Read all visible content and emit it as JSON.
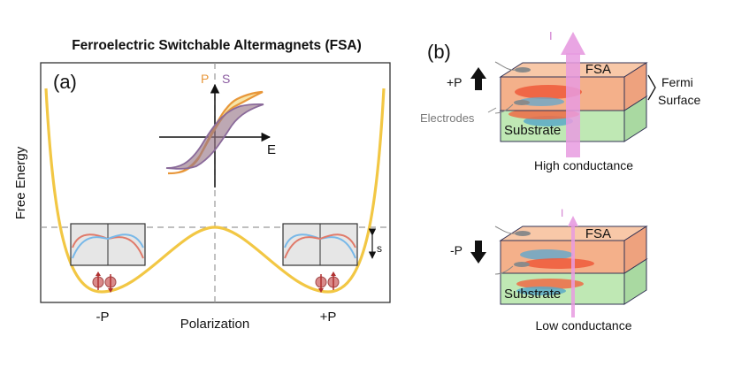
{
  "title": "Ferroelectric Switchable Altermagnets (FSA)",
  "panel_a": {
    "label": "(a)",
    "y_axis_label": "Free Energy",
    "x_axis_label": "Polarization",
    "neg_p_label": "-P",
    "pos_p_label": "+P",
    "splitting_label": "s",
    "inset": {
      "p_label": "P",
      "s_label": "S",
      "e_label": "E"
    }
  },
  "panel_b": {
    "label": "(b)",
    "current_symbol": "I",
    "top": {
      "fsa_label": "FSA",
      "substrate_label": "Substrate",
      "polarization_label": "+P",
      "conductance_label": "High conductance",
      "electrodes_label": "Electrodes",
      "fermi_label_line1": "Fermi",
      "fermi_label_line2": "Surface"
    },
    "bottom": {
      "fsa_label": "FSA",
      "substrate_label": "Substrate",
      "polarization_label": "-P",
      "conductance_label": "Low conductance"
    }
  },
  "colors": {
    "energy_curve": "#f2c744",
    "p_loop": "#e8973a",
    "s_loop": "#8a6a9a",
    "fsa_layer": "#f4b08a",
    "substrate_layer": "#bfe8b4",
    "current_arrow": "#e79be0",
    "band_up": "#e07a6a",
    "band_down": "#78b8e8"
  }
}
